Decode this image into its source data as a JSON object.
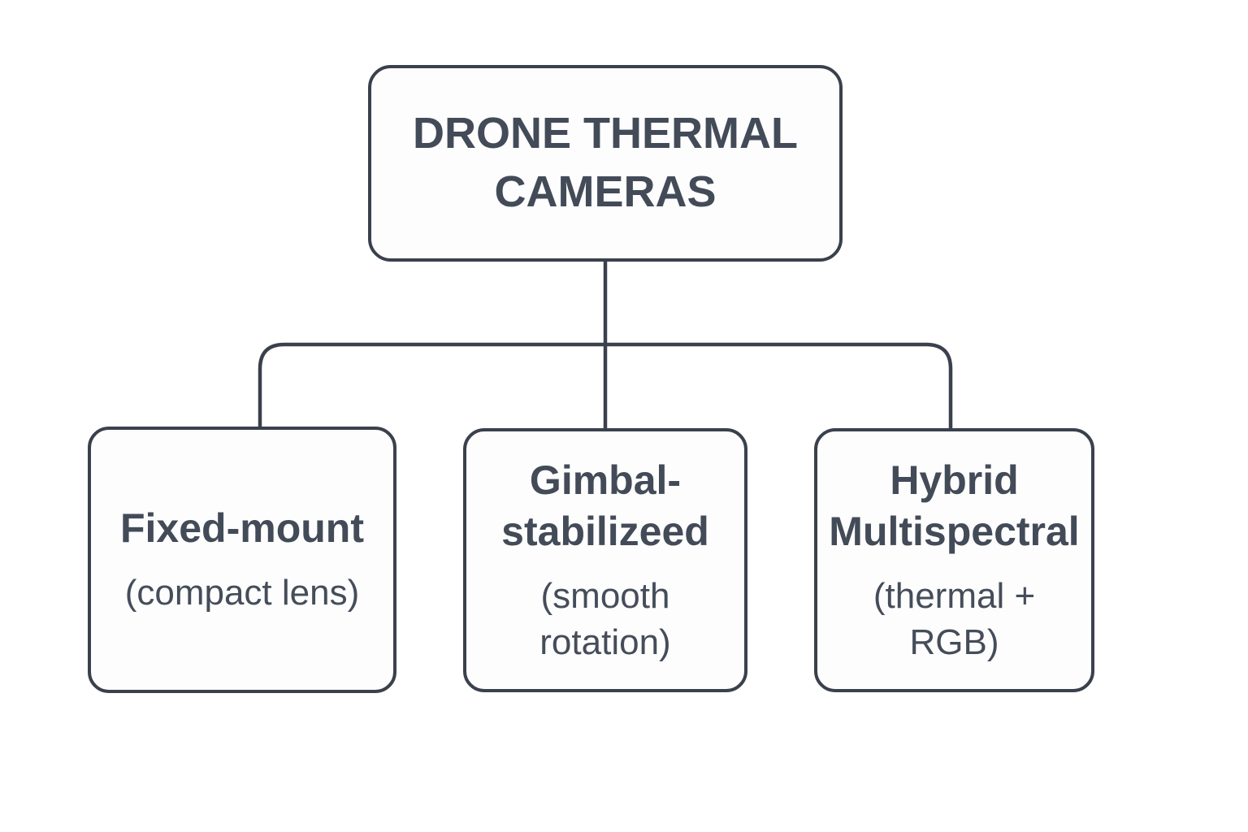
{
  "diagram": {
    "type": "hierarchy-flowchart",
    "colors": {
      "background": "#ffffff",
      "node_fill": "#fdfdfd",
      "stroke": "#3a414d",
      "text": "#434b58"
    },
    "root": {
      "title": "DRONE THERMAL\nCAMERAS"
    },
    "children": [
      {
        "title": "Fixed-mount",
        "subtitle": "(compact lens)"
      },
      {
        "title": "Gimbal-\nstabilizeed",
        "subtitle": "(smooth\nrotation)"
      },
      {
        "title": "Hybrid\nMultispectral",
        "subtitle": "(thermal + RGB)"
      }
    ]
  }
}
